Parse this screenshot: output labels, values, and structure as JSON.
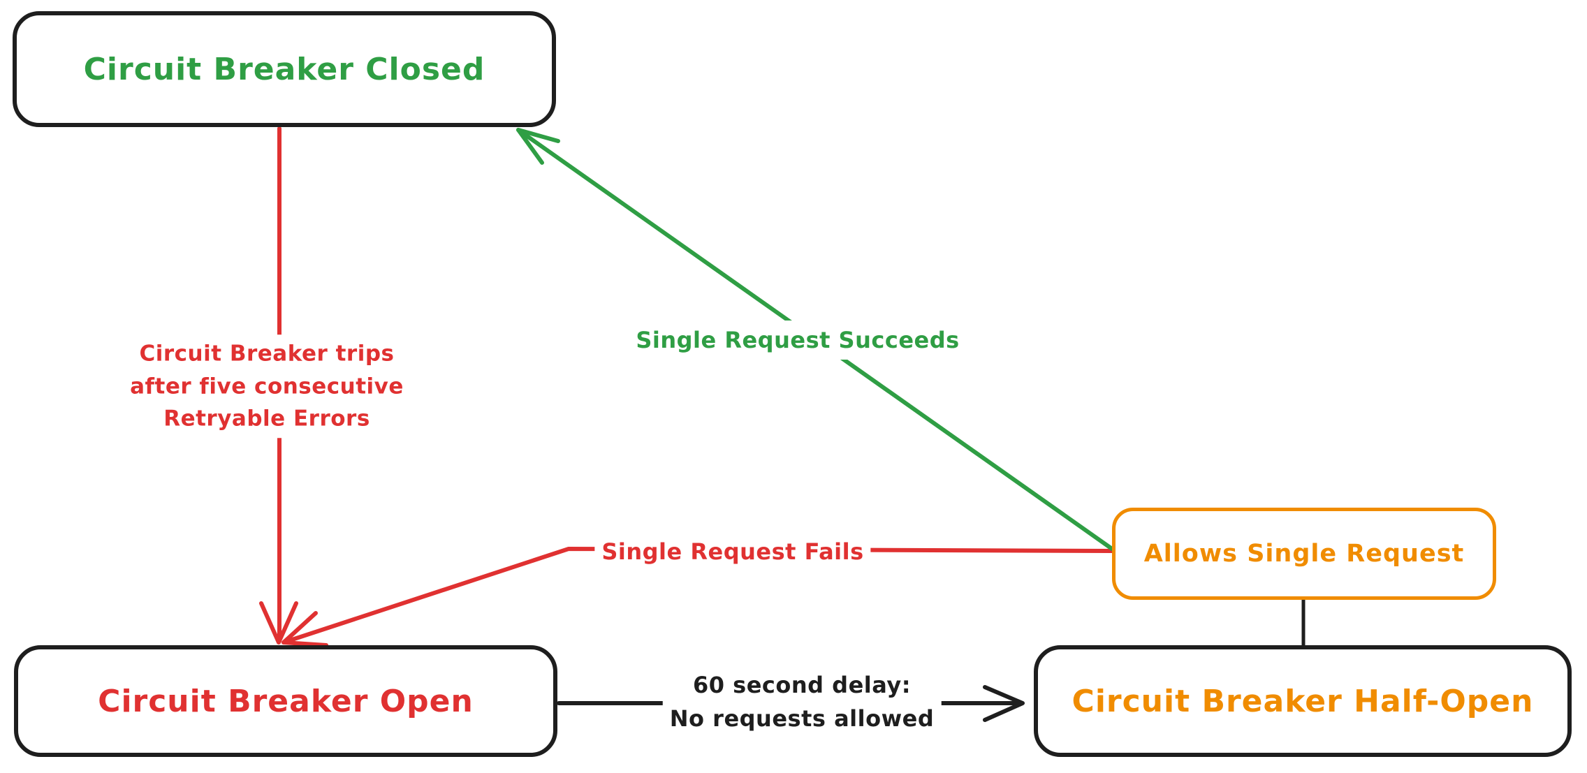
{
  "diagram_type": "state-diagram",
  "nodes": {
    "closed": {
      "label": "Circuit Breaker Closed"
    },
    "open": {
      "label": "Circuit Breaker Open"
    },
    "half_open": {
      "label": "Circuit Breaker Half-Open"
    },
    "allows": {
      "label": "Allows Single Request"
    }
  },
  "edges": {
    "trip": {
      "from": "closed",
      "to": "open",
      "label_lines": [
        "Circuit Breaker trips",
        "after five consecutive",
        "Retryable Errors"
      ]
    },
    "succeeds": {
      "from": "allows",
      "to": "closed",
      "label": "Single Request Succeeds"
    },
    "fails": {
      "from": "allows",
      "to": "open",
      "label": "Single Request Fails"
    },
    "delay": {
      "from": "open",
      "to": "half_open",
      "label_lines": [
        "60 second delay:",
        "No requests allowed"
      ]
    },
    "connector": {
      "from": "half_open",
      "to": "allows",
      "label": ""
    }
  },
  "colors": {
    "green": "#2f9e44",
    "red": "#e03131",
    "orange": "#f08c00",
    "ink": "#1e1e1e",
    "background": "#ffffff"
  }
}
